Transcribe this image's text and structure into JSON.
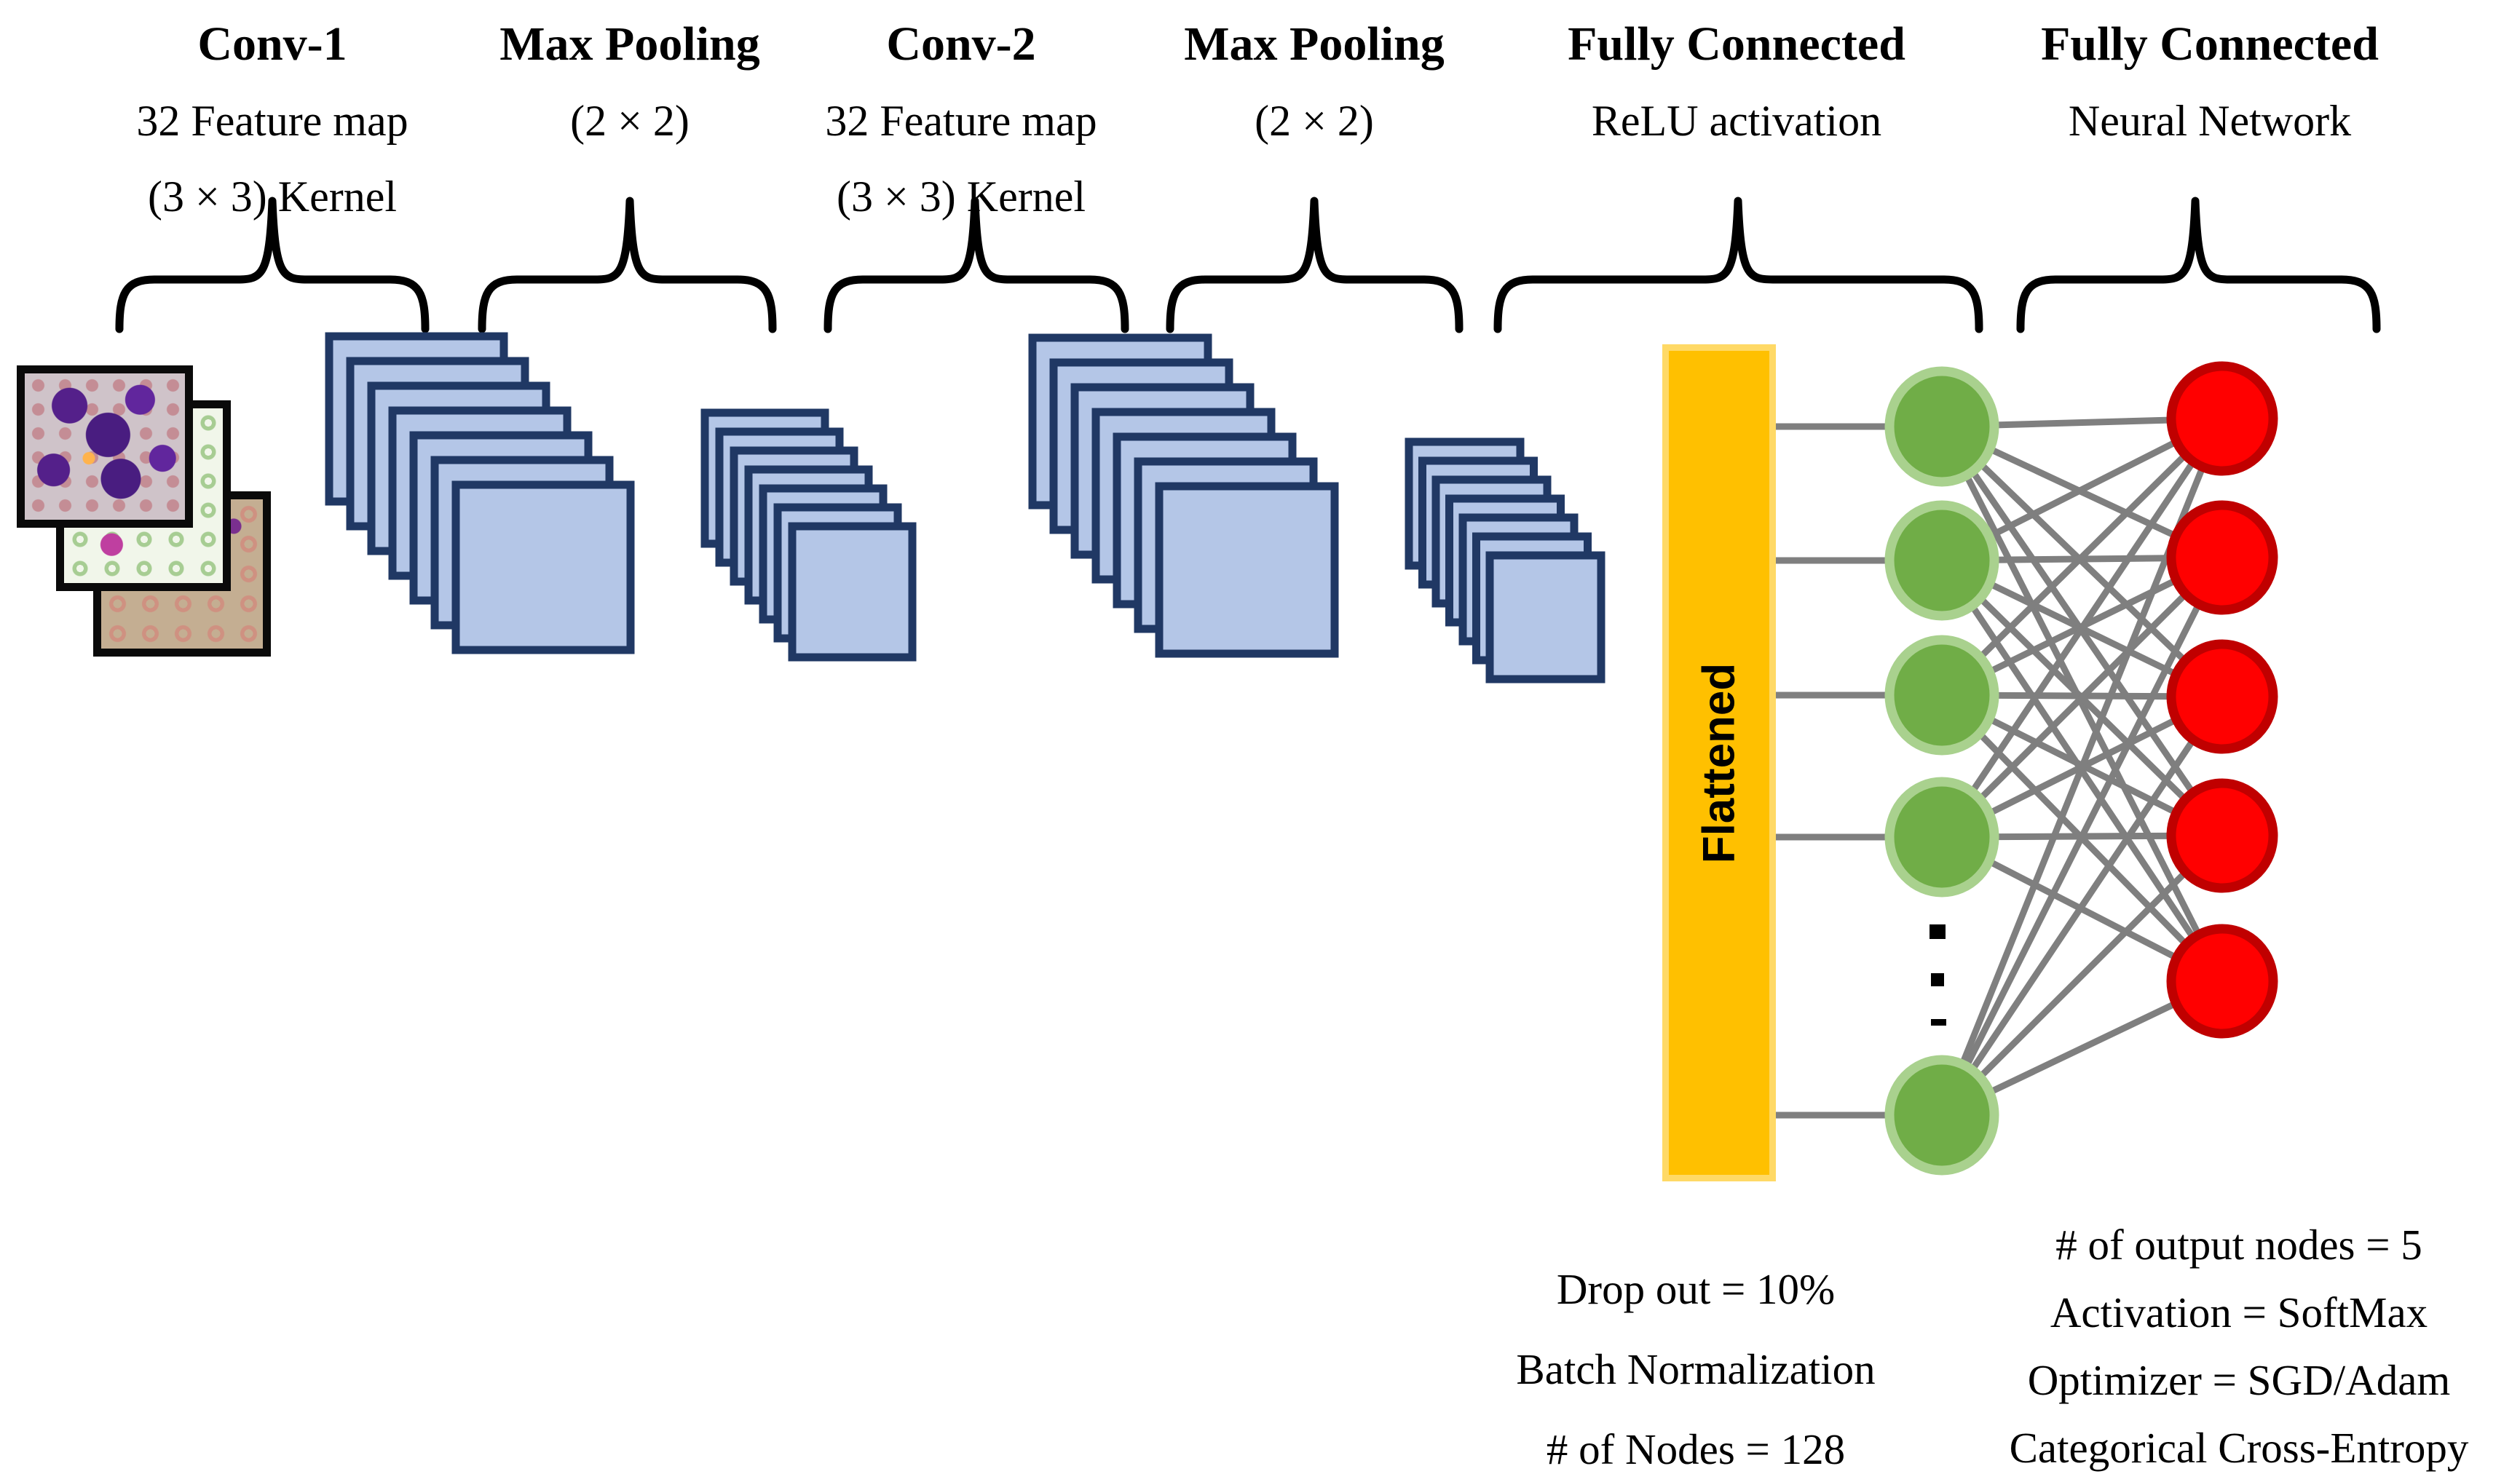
{
  "diagram": {
    "title_hint": "CNN architecture",
    "columns": [
      {
        "id": "conv1",
        "title": "Conv-1",
        "subtitle": "32 Feature map",
        "subtitle2": "(3 × 3) Kernel"
      },
      {
        "id": "maxpool1",
        "title": "Max Pooling",
        "subtitle": "(2 × 2)",
        "subtitle2": ""
      },
      {
        "id": "conv2",
        "title": "Conv-2",
        "subtitle": "32 Feature map",
        "subtitle2": "(3 × 3) Kernel"
      },
      {
        "id": "maxpool2",
        "title": "Max Pooling",
        "subtitle": "(2 × 2)",
        "subtitle2": ""
      },
      {
        "id": "fc1",
        "title": "Fully Connected",
        "subtitle": "ReLU activation",
        "subtitle2": ""
      },
      {
        "id": "fc2",
        "title": "Fully Connected",
        "subtitle": "Neural Network",
        "subtitle2": ""
      }
    ],
    "flattened_label": "Flattened",
    "dense_notes": [
      "Drop out = 10%",
      "Batch Normalization",
      "# of Nodes = 128"
    ],
    "output_notes": [
      "# of output nodes = 5",
      "Activation = SoftMax",
      "Optimizer = SGD/Adam",
      "Categorical Cross-Entropy"
    ],
    "counts": {
      "input_images": 3,
      "feature_map_stacks": [
        7,
        7,
        7,
        7
      ],
      "hidden_nodes_shown": 5,
      "output_nodes_shown": 5,
      "ellipsis_marks": 3
    },
    "colors": {
      "feature_map_fill": "#B4C6E7",
      "feature_map_border": "#203864",
      "flattened_fill": "#FFC000",
      "flattened_edge": "#FFD966",
      "hidden_node_fill": "#70AD47",
      "hidden_node_ring": "#A9D18E",
      "output_node_fill": "#FF0000",
      "output_node_ring": "#C00000",
      "connection_line": "#7F7F7F",
      "brace": "#000000",
      "text": "#000000"
    }
  }
}
